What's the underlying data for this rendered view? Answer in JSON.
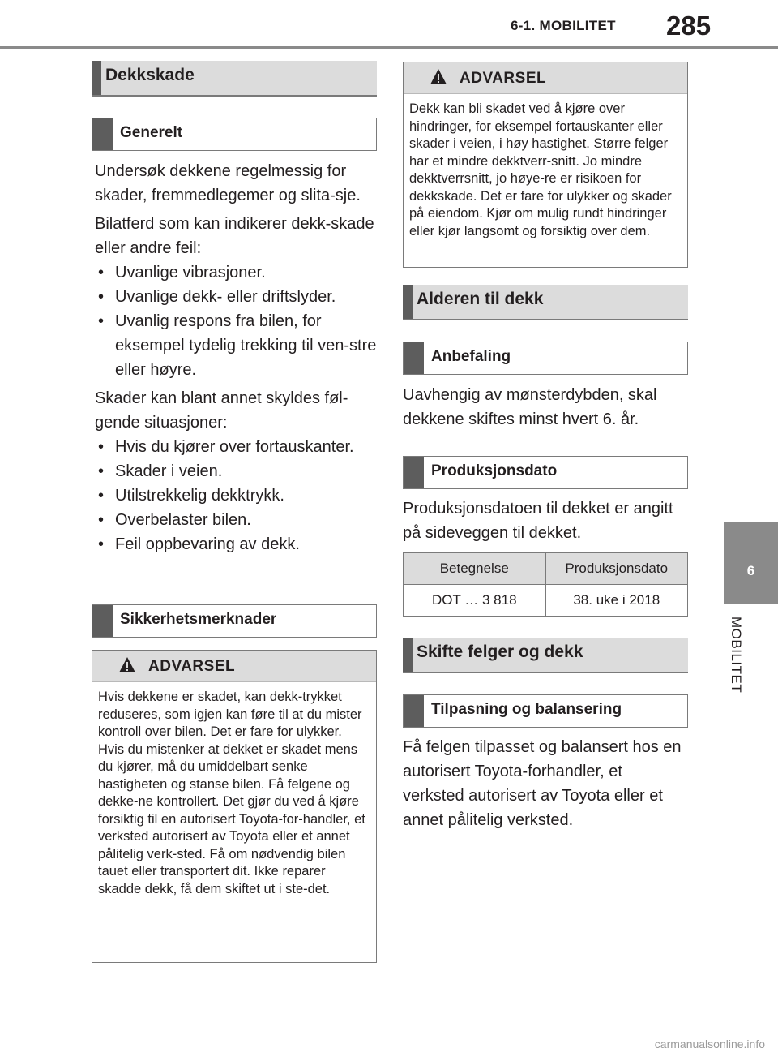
{
  "header": {
    "section": "6-1. MOBILITET",
    "page_number": "285"
  },
  "side_tab": {
    "number": "6",
    "label": "MOBILITET"
  },
  "left": {
    "heading": "Dekkskade",
    "sub_generelt": "Generelt",
    "p1": "Undersøk dekkene regelmessig for skader, fremmedlegemer og slita-sje.",
    "p2": "Bilatferd som kan indikerer dekk-skade eller andre feil:",
    "bullets1": [
      "Uvanlige vibrasjoner.",
      "Uvanlige dekk- eller driftslyder.",
      "Uvanlig respons fra bilen, for eksempel tydelig trekking til ven-stre eller høyre."
    ],
    "p3": "Skader kan blant annet skyldes føl-gende situasjoner:",
    "bullets2": [
      "Hvis du kjører over fortauskanter.",
      "Skader i veien.",
      "Utilstrekkelig dekktrykk.",
      "Overbelaster bilen.",
      "Feil oppbevaring av dekk."
    ],
    "sub_safety": "Sikkerhetsmerknader",
    "warning_title": "ADVARSEL",
    "warning_text": "Hvis dekkene er skadet, kan dekk-trykket reduseres, som igjen kan føre til at du mister kontroll over bilen. Det er fare for ulykker. Hvis du mistenker at dekket er skadet mens du kjører, må du umiddelbart senke hastigheten og stanse bilen. Få felgene og dekke-ne kontrollert. Det gjør du ved å kjøre forsiktig til en autorisert Toyota-for-handler, et verksted autorisert av Toyota eller et annet pålitelig verk-sted. Få om nødvendig bilen tauet eller transportert dit. Ikke reparer skadde dekk, få dem skiftet ut i ste-det."
  },
  "right": {
    "warning_title": "ADVARSEL",
    "warning_text": "Dekk kan bli skadet ved å kjøre over hindringer, for eksempel fortauskanter eller skader i veien, i høy hastighet. Større felger har et mindre dekktverr-snitt. Jo mindre dekktverrsnitt, jo høye-re er risikoen for dekkskade. Det er fare for ulykker og skader på eiendom. Kjør om mulig rundt hindringer eller kjør langsomt og forsiktig over dem.",
    "heading_age": "Alderen til dekk",
    "sub_anbefaling": "Anbefaling",
    "p_age": "Uavhengig av mønsterdybden, skal dekkene skiftes minst hvert 6. år.",
    "sub_produksjon": "Produksjonsdato",
    "p_prod": "Produksjonsdatoen til dekket er angitt på sideveggen til dekket.",
    "table": {
      "headers": [
        "Betegnelse",
        "Produksjonsdato"
      ],
      "row": [
        "DOT … 3 818",
        "38. uke i 2018"
      ]
    },
    "heading_change": "Skifte felger og dekk",
    "sub_tilpasning": "Tilpasning og balansering",
    "p_fit": "Få felgen tilpasset og balansert hos en autorisert Toyota-forhandler, et verksted autorisert av Toyota eller et annet pålitelig verksted."
  },
  "footer": "carmanualsonline.info"
}
